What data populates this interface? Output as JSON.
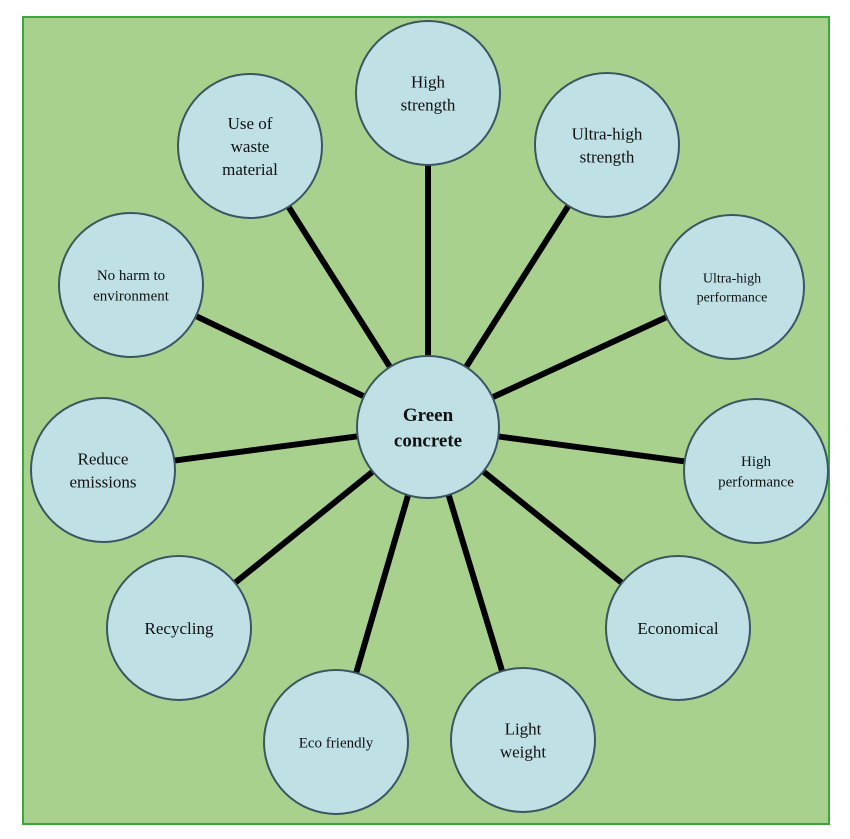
{
  "diagram": {
    "center": {
      "label": "Green concrete",
      "lines": [
        "Green",
        "concrete"
      ]
    },
    "nodes": [
      {
        "id": "high-strength",
        "lines": [
          "High",
          "strength"
        ]
      },
      {
        "id": "ultra-high-strength",
        "lines": [
          "Ultra-high",
          "strength"
        ]
      },
      {
        "id": "ultra-high-performance",
        "lines": [
          "Ultra-high",
          "performance"
        ]
      },
      {
        "id": "high-performance",
        "lines": [
          "High",
          "performance"
        ]
      },
      {
        "id": "economical",
        "lines": [
          "Economical"
        ]
      },
      {
        "id": "light-weight",
        "lines": [
          "Light",
          "weight"
        ]
      },
      {
        "id": "eco-friendly",
        "lines": [
          "Eco friendly"
        ]
      },
      {
        "id": "recycling",
        "lines": [
          "Recycling"
        ]
      },
      {
        "id": "reduce-emissions",
        "lines": [
          "Reduce",
          "emissions"
        ]
      },
      {
        "id": "no-harm-to-environment",
        "lines": [
          "No harm to",
          "environment"
        ]
      },
      {
        "id": "use-of-waste-material",
        "lines": [
          "Use of",
          "waste",
          "material"
        ]
      }
    ],
    "colors": {
      "background": "#a9d18e",
      "border": "#3aa83a",
      "node_fill": "#bfe1e6",
      "node_stroke": "#3a5661",
      "connector": "#000000"
    }
  }
}
